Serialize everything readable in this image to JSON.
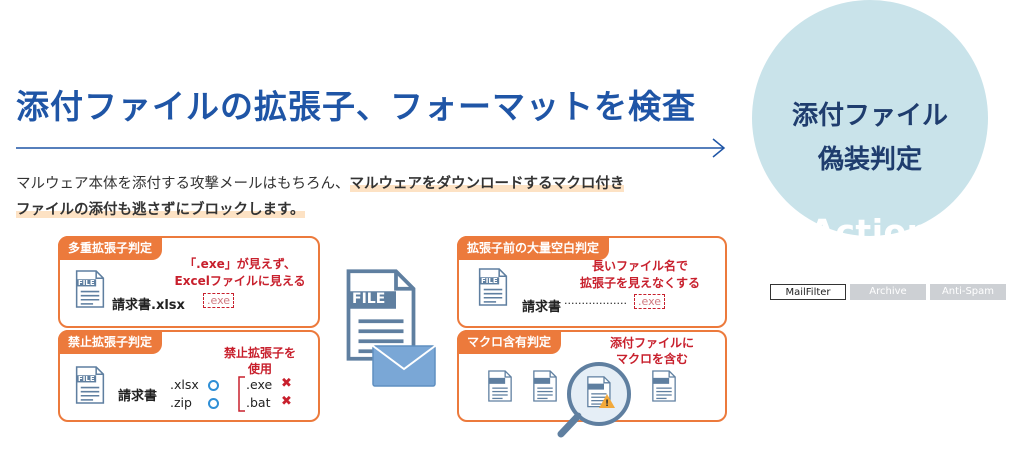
{
  "headline": "添付ファイルの拡張子、フォーマットを検査",
  "lead": {
    "line1_plain": "マルウェア本体を添付する攻撃メールはもちろん、",
    "line1_highlight": "マルウェアをダウンロードするマクロ付き",
    "line2_highlight": "ファイルの添付も逃さずにブロックします。"
  },
  "panels": {
    "double_ext": {
      "label": "多重拡張子判定",
      "note_line1": "「.exe」が見えず、",
      "note_line2": "Excelファイルに見える",
      "filename": "請求書.xlsx",
      "hidden_ext": ".exe"
    },
    "blank_space": {
      "label": "拡張子前の大量空白判定",
      "note_line1": "長いファイル名で",
      "note_line2": "拡張子を見えなくする",
      "filename": "請求書",
      "dots": "..................",
      "hidden_ext": ".exe"
    },
    "forbidden_ext": {
      "label": "禁止拡張子判定",
      "note_line1": "禁止拡張子を",
      "note_line2": "使用",
      "filename": "請求書",
      "allowed": [
        ".xlsx",
        ".zip"
      ],
      "blocked": [
        ".exe",
        ".bat"
      ]
    },
    "macro": {
      "label": "マクロ含有判定",
      "note_line1": "添付ファイルに",
      "note_line2": "マクロを含む"
    }
  },
  "icons": {
    "file_label": "FILE"
  },
  "product": {
    "title_line1": "添付ファイル",
    "title_line2": "偽装判定",
    "subtitle": "Action"
  },
  "tags": [
    "MailFilter",
    "Archive",
    "Anti-Spam"
  ],
  "colors": {
    "brand_blue": "#1f55a6",
    "orange": "#ec7a3c",
    "red": "#c8202d",
    "circle": "#c9e3ea",
    "doc_blue": "#5f7fa0"
  }
}
